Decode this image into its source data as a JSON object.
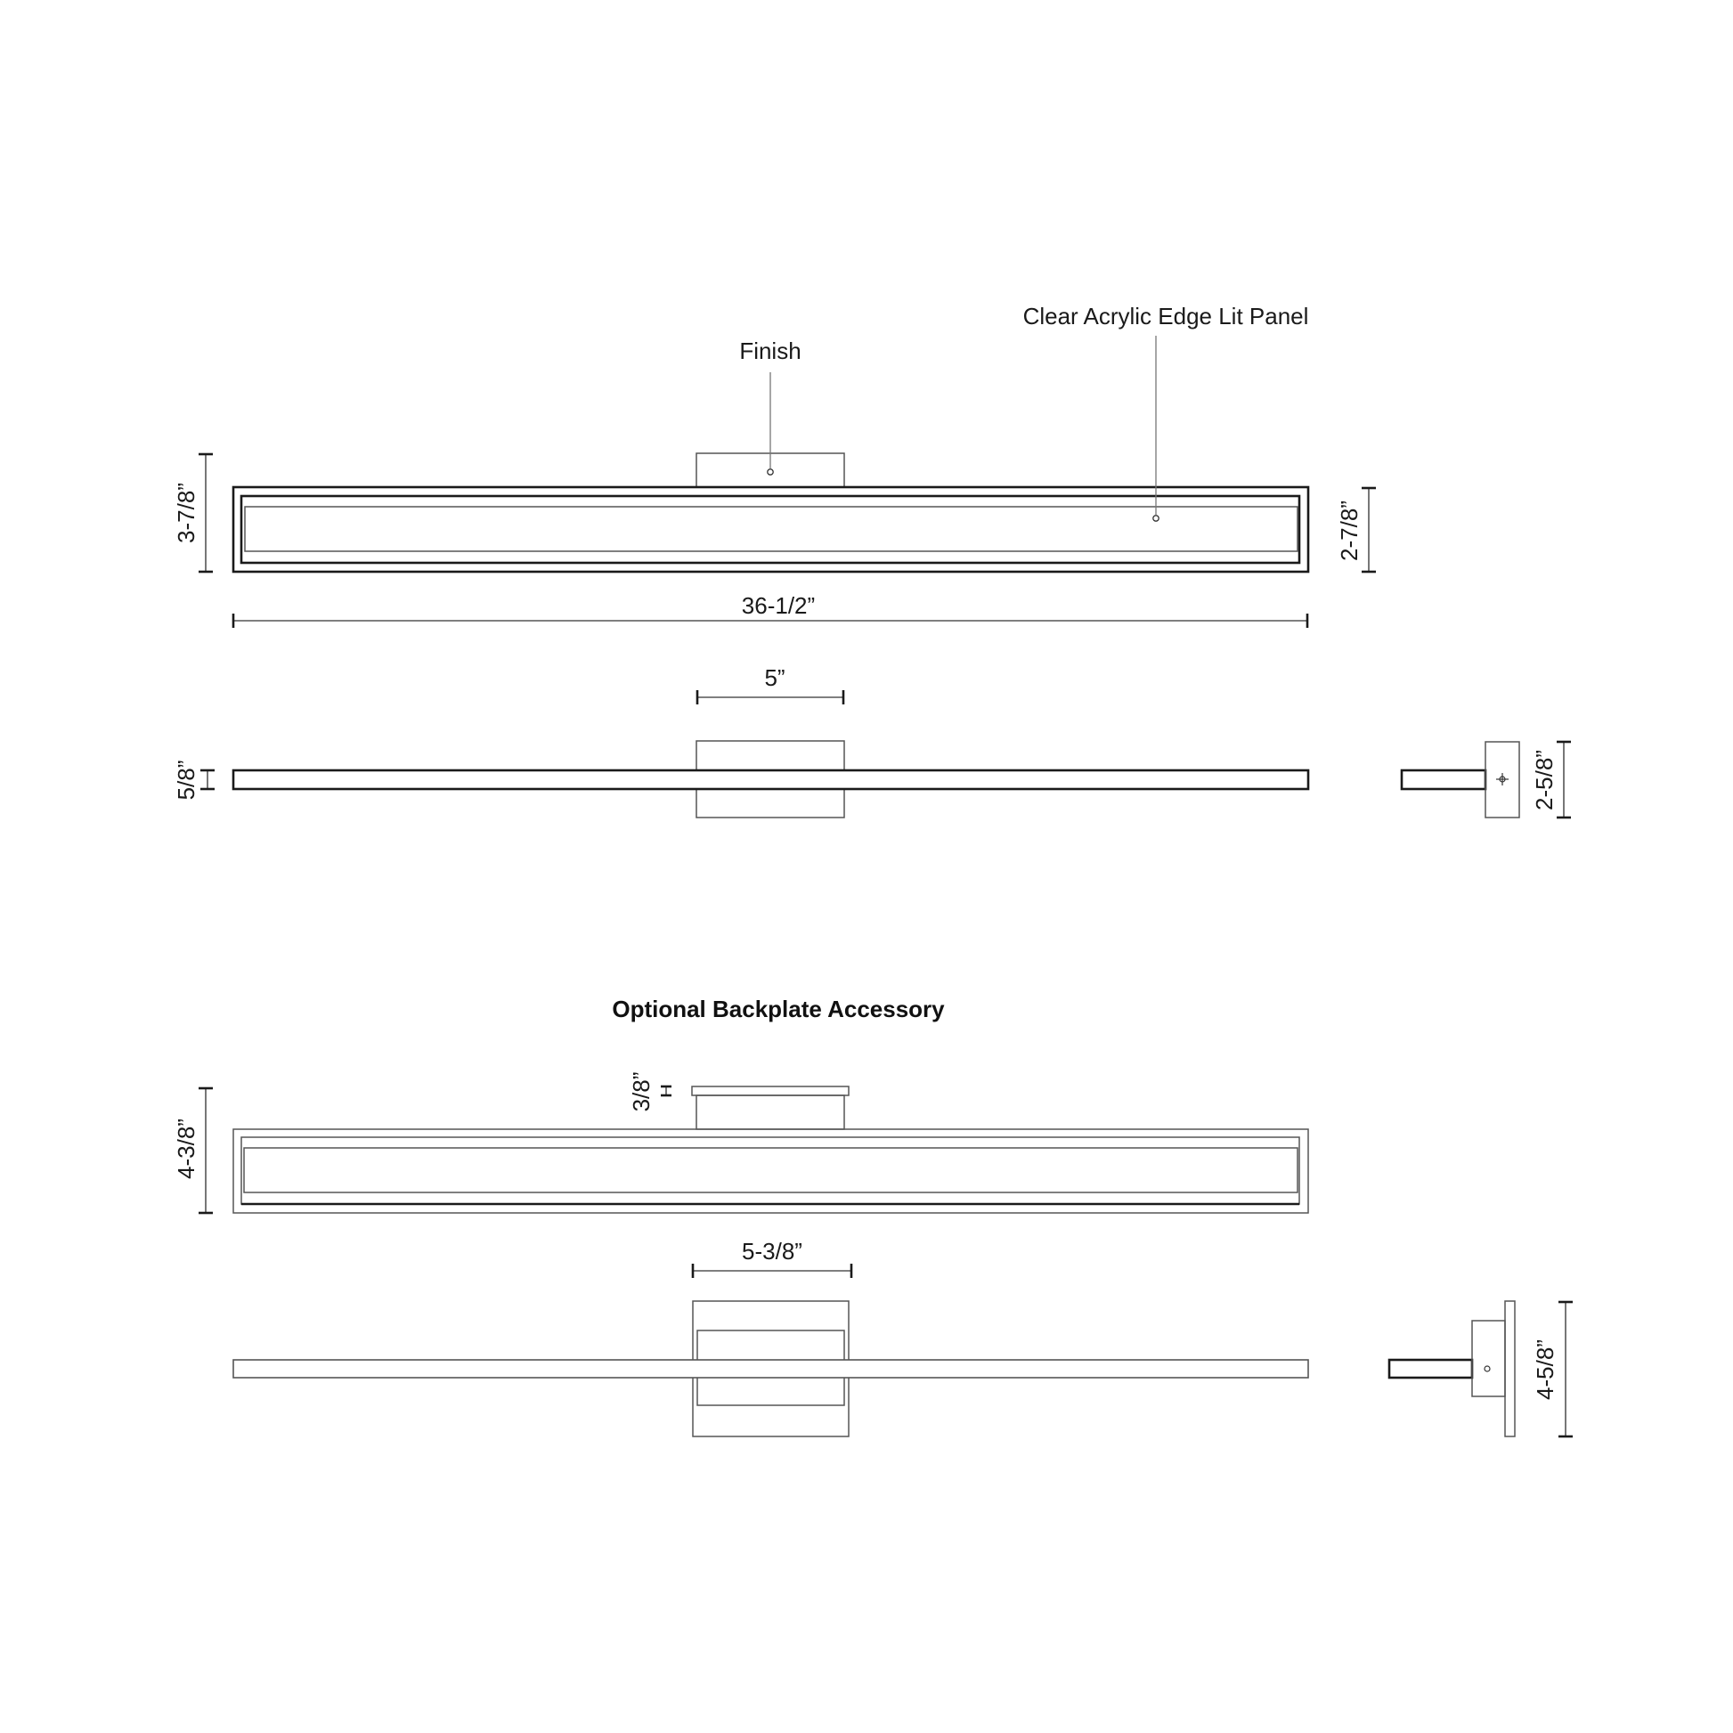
{
  "callouts": {
    "finish": "Finish",
    "acrylic": "Clear Acrylic Edge Lit Panel"
  },
  "dimensions": {
    "front_height": "3-7/8”",
    "panel_height": "2-7/8”",
    "overall_width": "36-1/2”",
    "canopy_width": "5”",
    "profile_depth": "5/8”",
    "canopy_height": "2-5/8”",
    "backplate_thickness": "3/8”",
    "backplate_front_height": "4-3/8”",
    "backplate_width": "5-3/8”",
    "backplate_height": "4-5/8”"
  },
  "sections": {
    "backplate_title": "Optional Backplate Accessory"
  },
  "colors": {
    "line": "#1a1a1a",
    "background": "#ffffff"
  }
}
